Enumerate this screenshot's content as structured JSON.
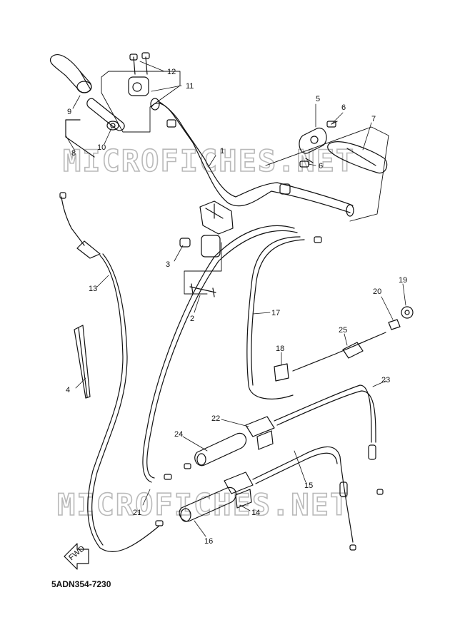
{
  "drawing_code": "5ADN354-7230",
  "watermark": "MICROFICHES.NET",
  "fwd_label": "FWD",
  "callouts": [
    "1",
    "2",
    "3",
    "4",
    "5",
    "6",
    "6",
    "7",
    "8",
    "9",
    "10",
    "11",
    "12",
    "13",
    "14",
    "15",
    "16",
    "17",
    "18",
    "19",
    "20",
    "21",
    "22",
    "23",
    "24",
    "25"
  ]
}
